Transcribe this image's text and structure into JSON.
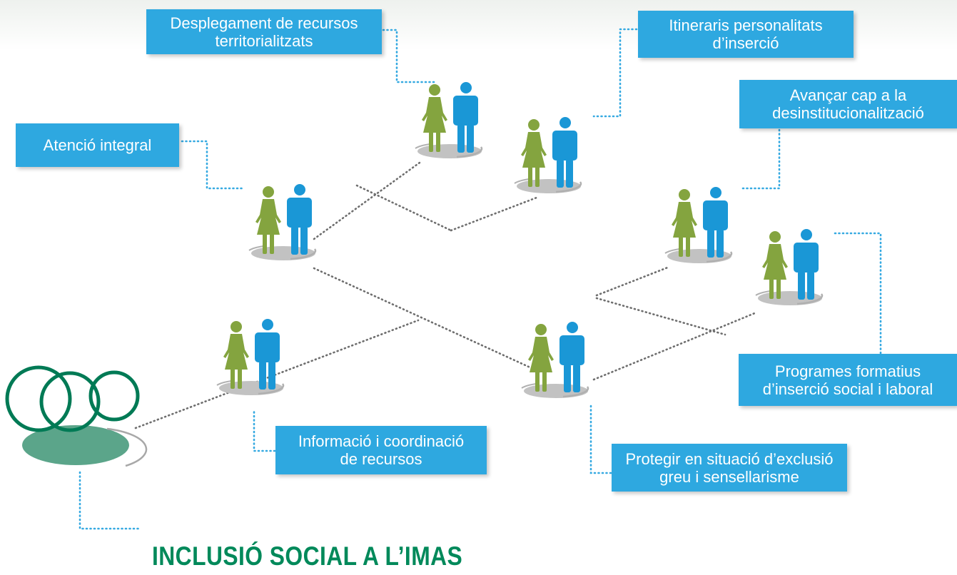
{
  "title": "INCLUSIÓ SOCIAL A L’IMAS",
  "colors": {
    "label_bg": "#2ea8e0",
    "label_text": "#ffffff",
    "woman": "#84a43f",
    "man": "#1a97d6",
    "platform": "#c2c2c2",
    "title": "#00895a",
    "logo_ring": "#007a55",
    "logo_disk": "#5ba58a"
  },
  "labels": {
    "desplegament": {
      "line1": "Desplegament de recursos",
      "line2": "territorialitzats"
    },
    "itineraris": {
      "line1": "Itineraris personalitats",
      "line2": "d’inserció"
    },
    "avancar": {
      "line1": "Avançar cap a la",
      "line2": "desinstitucionalització"
    },
    "atencio": {
      "line1": "Atenció integral"
    },
    "programes": {
      "line1": "Programes formatius",
      "line2": "d’inserció social i laboral"
    },
    "informacio": {
      "line1": "Informació i coordinació",
      "line2": "de recursos"
    },
    "protegir": {
      "line1": "Protegir en situació d’exclusió",
      "line2": "greu i sensellarisme"
    }
  },
  "icons": {
    "person_pair": "woman-and-man-icon",
    "logo": "three-rings-logo-icon"
  }
}
